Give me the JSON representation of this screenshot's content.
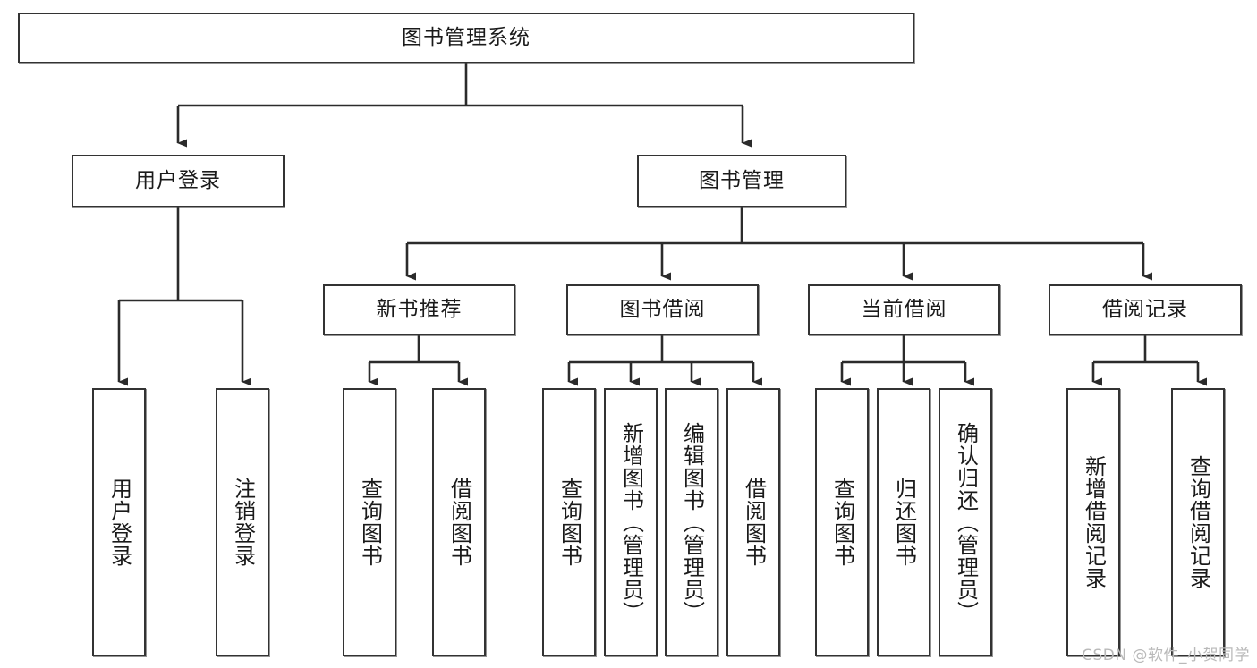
{
  "diagram": {
    "type": "tree",
    "title": "图书管理系统",
    "orientation": "top-down",
    "colors": {
      "background": "#ffffff",
      "node_fill": "#ffffff",
      "node_stroke": "#333333",
      "edge_stroke": "#2b2b2b",
      "text": "#1a1a1a",
      "watermark": "#b9b9b9"
    },
    "watermark": "CSDN @软件_小贺同学",
    "nodes": {
      "root": {
        "label": "图书管理系统"
      },
      "level2": [
        {
          "label": "用户登录"
        },
        {
          "label": "图书管理"
        }
      ],
      "level3": [
        {
          "label": "新书推荐"
        },
        {
          "label": "图书借阅"
        },
        {
          "label": "当前借阅"
        },
        {
          "label": "借阅记录"
        }
      ],
      "leaves_user_login": [
        {
          "label": "用户登录"
        },
        {
          "label": "注销登录"
        }
      ],
      "leaves_new_book": [
        {
          "label": "查询图书"
        },
        {
          "label": "借阅图书"
        }
      ],
      "leaves_borrow": [
        {
          "label": "查询图书"
        },
        {
          "label": "新增图书（管理员）"
        },
        {
          "label": "编辑图书（管理员）"
        },
        {
          "label": "借阅图书"
        }
      ],
      "leaves_current": [
        {
          "label": "查询图书"
        },
        {
          "label": "归还图书"
        },
        {
          "label": "确认归还（管理员）"
        }
      ],
      "leaves_records": [
        {
          "label": "新增借阅记录"
        },
        {
          "label": "查询借阅记录"
        }
      ]
    }
  }
}
